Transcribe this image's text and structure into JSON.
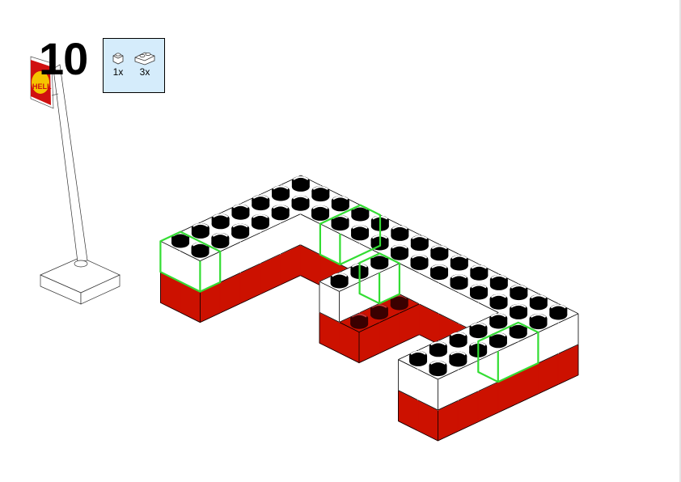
{
  "step": {
    "number": "10"
  },
  "parts_list": [
    {
      "count_label": "1x",
      "icon": "brick-1x1-white-icon"
    },
    {
      "count_label": "3x",
      "icon": "brick-1x2-white-icon"
    }
  ],
  "sign": {
    "logo_text": "HELL"
  },
  "colors": {
    "brick_white": "#ffffff",
    "brick_red": "#cc1100",
    "highlight": "#33dd33",
    "parts_bg": "#d5ecfb",
    "sign_red": "#d01010",
    "sign_yellow": "#f5c400"
  }
}
